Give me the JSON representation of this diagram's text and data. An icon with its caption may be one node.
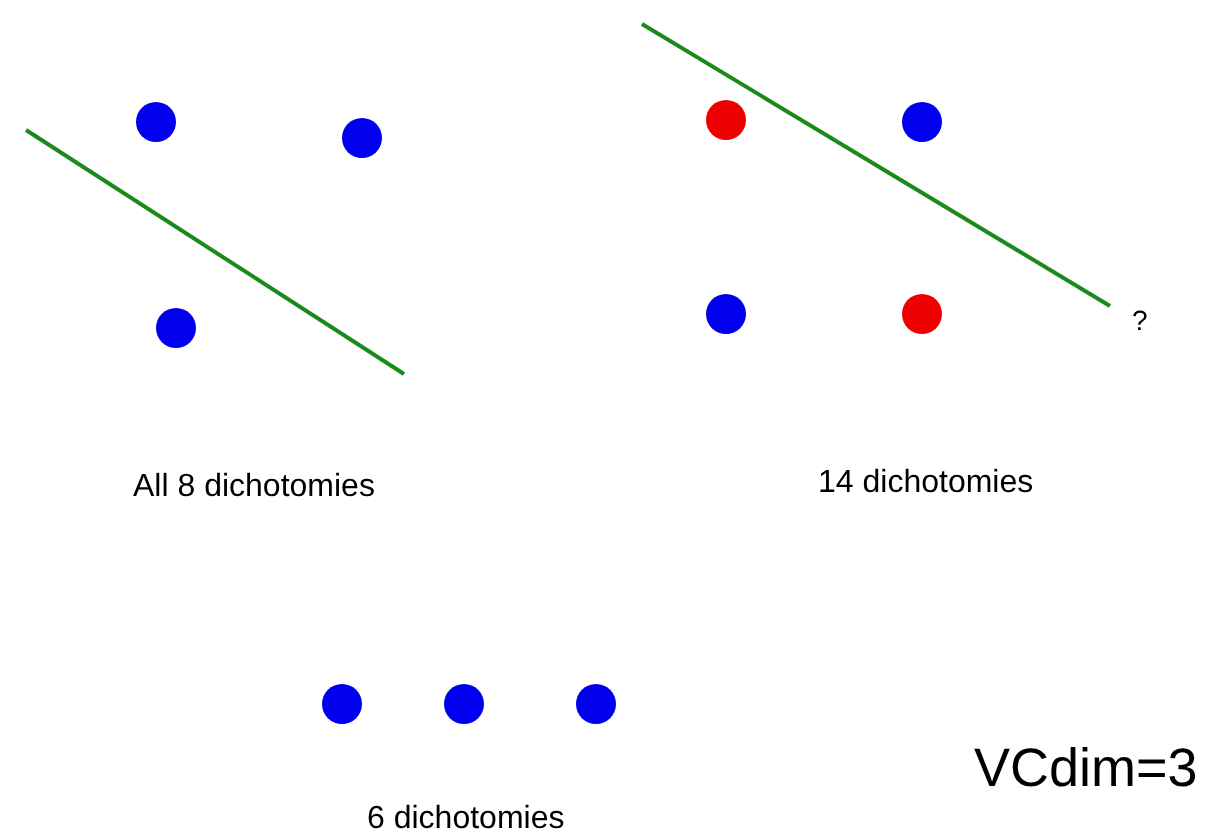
{
  "diagram": {
    "labels": [
      "All 8 dichotomies",
      "14 dichotomies",
      "?",
      "6 dichotomies",
      "VCdim=3"
    ]
  }
}
